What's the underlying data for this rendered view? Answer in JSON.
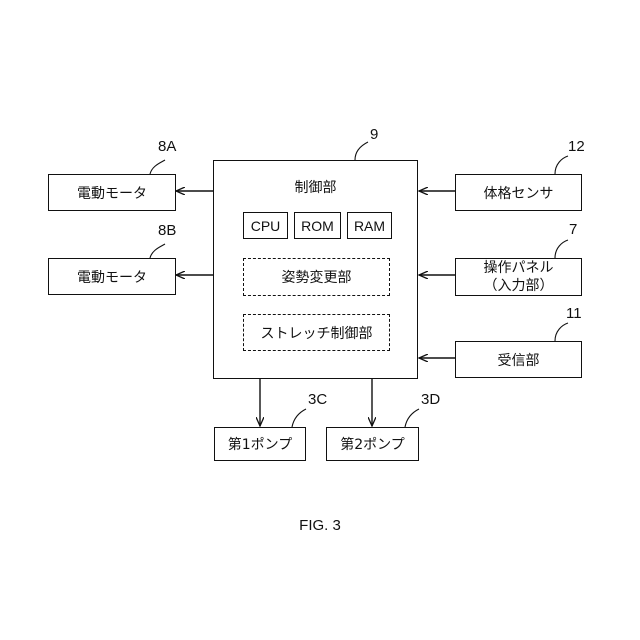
{
  "controller": {
    "ref": "9",
    "title": "制御部",
    "cpu": "CPU",
    "rom": "ROM",
    "ram": "RAM",
    "posture_unit": "姿勢変更部",
    "stretch_unit": "ストレッチ制御部"
  },
  "outputs": {
    "motor_a": {
      "ref": "8A",
      "label": "電動モータ"
    },
    "motor_b": {
      "ref": "8B",
      "label": "電動モータ"
    },
    "pump_1": {
      "ref": "3C",
      "label": "第1ポンプ"
    },
    "pump_2": {
      "ref": "3D",
      "label": "第2ポンプ"
    }
  },
  "inputs": {
    "body_sensor": {
      "ref": "12",
      "label": "体格センサ"
    },
    "panel": {
      "ref": "7",
      "label_line1": "操作パネル",
      "label_line2": "（入力部）"
    },
    "receiver": {
      "ref": "11",
      "label": "受信部"
    }
  },
  "figure_caption": "FIG. 3"
}
